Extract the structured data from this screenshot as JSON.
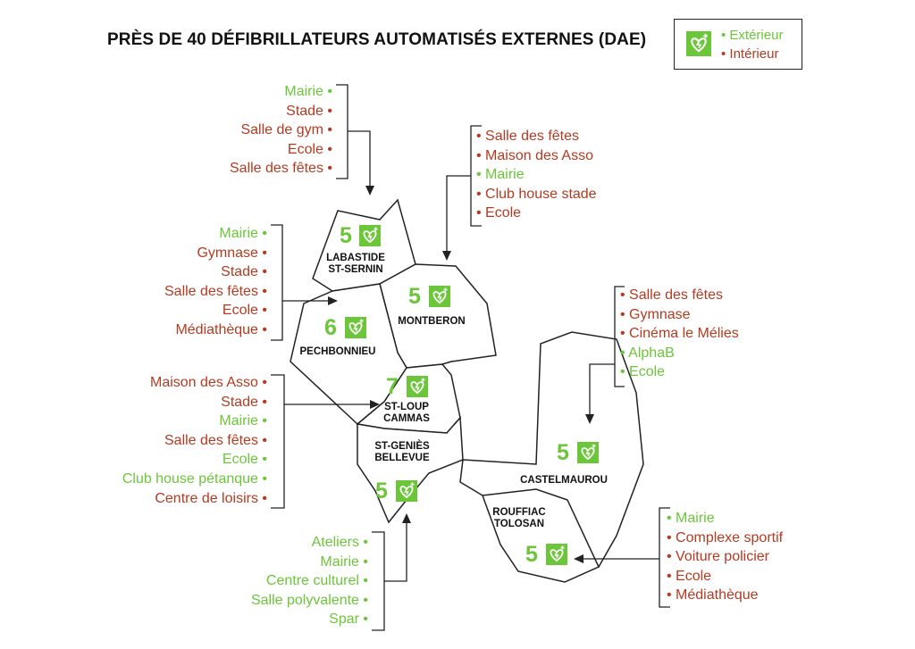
{
  "title": "PRÈS DE 40 DÉFIBRILLATEURS AUTOMATISÉS EXTERNES (DAE)",
  "legend": {
    "exterior": "Extérieur",
    "interior": "Intérieur",
    "icon": "aed-icon"
  },
  "colors": {
    "exterior": "#6cc63a",
    "interior": "#b43b22",
    "border": "#222222"
  },
  "towns": [
    {
      "id": "labastide",
      "name": "LABASTIDE\nST-SERNIN",
      "count": "5",
      "places": [
        {
          "label": "Mairie",
          "type": "exterior"
        },
        {
          "label": "Stade",
          "type": "interior"
        },
        {
          "label": "Salle de gym",
          "type": "interior"
        },
        {
          "label": "Ecole",
          "type": "interior"
        },
        {
          "label": "Salle des fêtes",
          "type": "interior"
        }
      ]
    },
    {
      "id": "montberon",
      "name": "MONTBERON",
      "count": "5",
      "places": [
        {
          "label": "Salle des fêtes",
          "type": "interior"
        },
        {
          "label": "Maison des Asso",
          "type": "interior"
        },
        {
          "label": "Mairie",
          "type": "exterior"
        },
        {
          "label": "Club house stade",
          "type": "interior"
        },
        {
          "label": "Ecole",
          "type": "interior"
        }
      ]
    },
    {
      "id": "pechbonnieu",
      "name": "PECHBONNIEU",
      "count": "6",
      "places": [
        {
          "label": "Mairie",
          "type": "exterior"
        },
        {
          "label": "Gymnase",
          "type": "interior"
        },
        {
          "label": "Stade",
          "type": "interior"
        },
        {
          "label": "Salle des fêtes",
          "type": "interior"
        },
        {
          "label": "Ecole",
          "type": "interior"
        },
        {
          "label": "Médiathèque",
          "type": "interior"
        }
      ]
    },
    {
      "id": "stloup",
      "name": "ST-LOUP\nCAMMAS",
      "count": "7",
      "places": [
        {
          "label": "Maison des Asso",
          "type": "interior"
        },
        {
          "label": "Stade",
          "type": "interior"
        },
        {
          "label": "Mairie",
          "type": "exterior"
        },
        {
          "label": "Salle des fêtes",
          "type": "interior"
        },
        {
          "label": "Ecole",
          "type": "exterior"
        },
        {
          "label": "Club house pétanque",
          "type": "exterior"
        },
        {
          "label": "Centre de loisirs",
          "type": "interior"
        }
      ]
    },
    {
      "id": "stgenies",
      "name": "ST-GENIÈS\nBELLEVUE",
      "count": "5",
      "places": [
        {
          "label": "Ateliers",
          "type": "exterior"
        },
        {
          "label": "Mairie",
          "type": "exterior"
        },
        {
          "label": "Centre culturel",
          "type": "exterior"
        },
        {
          "label": "Salle polyvalente",
          "type": "exterior"
        },
        {
          "label": "Spar",
          "type": "exterior"
        }
      ]
    },
    {
      "id": "castelmaurou",
      "name": "CASTELMAUROU",
      "count": "5",
      "places": [
        {
          "label": "Salle des fêtes",
          "type": "interior"
        },
        {
          "label": "Gymnase",
          "type": "interior"
        },
        {
          "label": "Cinéma le Mélies",
          "type": "interior"
        },
        {
          "label": "AlphaB",
          "type": "exterior"
        },
        {
          "label": "Ecole",
          "type": "exterior"
        }
      ]
    },
    {
      "id": "rouffiac",
      "name": "ROUFFIAC\nTOLOSAN",
      "count": "5",
      "places": [
        {
          "label": "Mairie",
          "type": "exterior"
        },
        {
          "label": "Complexe sportif",
          "type": "interior"
        },
        {
          "label": "Voiture policier",
          "type": "interior"
        },
        {
          "label": "Ecole",
          "type": "interior"
        },
        {
          "label": "Médiathèque",
          "type": "interior"
        }
      ]
    }
  ]
}
